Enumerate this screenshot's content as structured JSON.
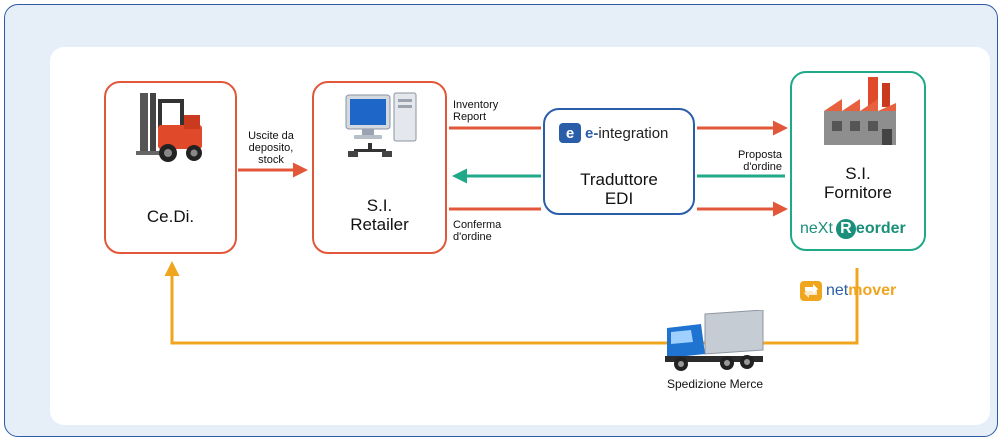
{
  "nodes": {
    "cedi": {
      "label": "Ce.Di."
    },
    "retailer": {
      "label_line1": "S.I.",
      "label_line2": "Retailer"
    },
    "translator": {
      "logo_prefix": "e-",
      "logo_suffix": "integration",
      "label_line1": "Traduttore",
      "label_line2": "EDI"
    },
    "supplier": {
      "label_line1": "S.I.",
      "label_line2": "Fornitore",
      "logo_next": "neXt",
      "logo_reorder_initial": "R",
      "logo_reorder_rest": "eorder"
    }
  },
  "flows": {
    "cedi_to_retailer": {
      "line1": "Uscite da",
      "line2": "deposito,",
      "line3": "stock"
    },
    "inventory_report": {
      "line1": "Inventory",
      "line2": "Report"
    },
    "order_proposal": {
      "line1": "Proposta",
      "line2": "d'ordine"
    },
    "order_confirmation": {
      "line1": "Conferma",
      "line2": "d'ordine"
    },
    "shipping": {
      "label": "Spedizione Merce"
    }
  },
  "netmover": {
    "net": "net",
    "mover": "mover"
  },
  "colors": {
    "red": "#e2573a",
    "green": "#1fa988",
    "orange": "#f0a51e",
    "blue": "#2a5ea8"
  },
  "icons": [
    "forklift-icon",
    "computer-icon",
    "factory-icon",
    "truck-icon",
    "e-integration-logo-icon",
    "netmover-logo-icon"
  ]
}
